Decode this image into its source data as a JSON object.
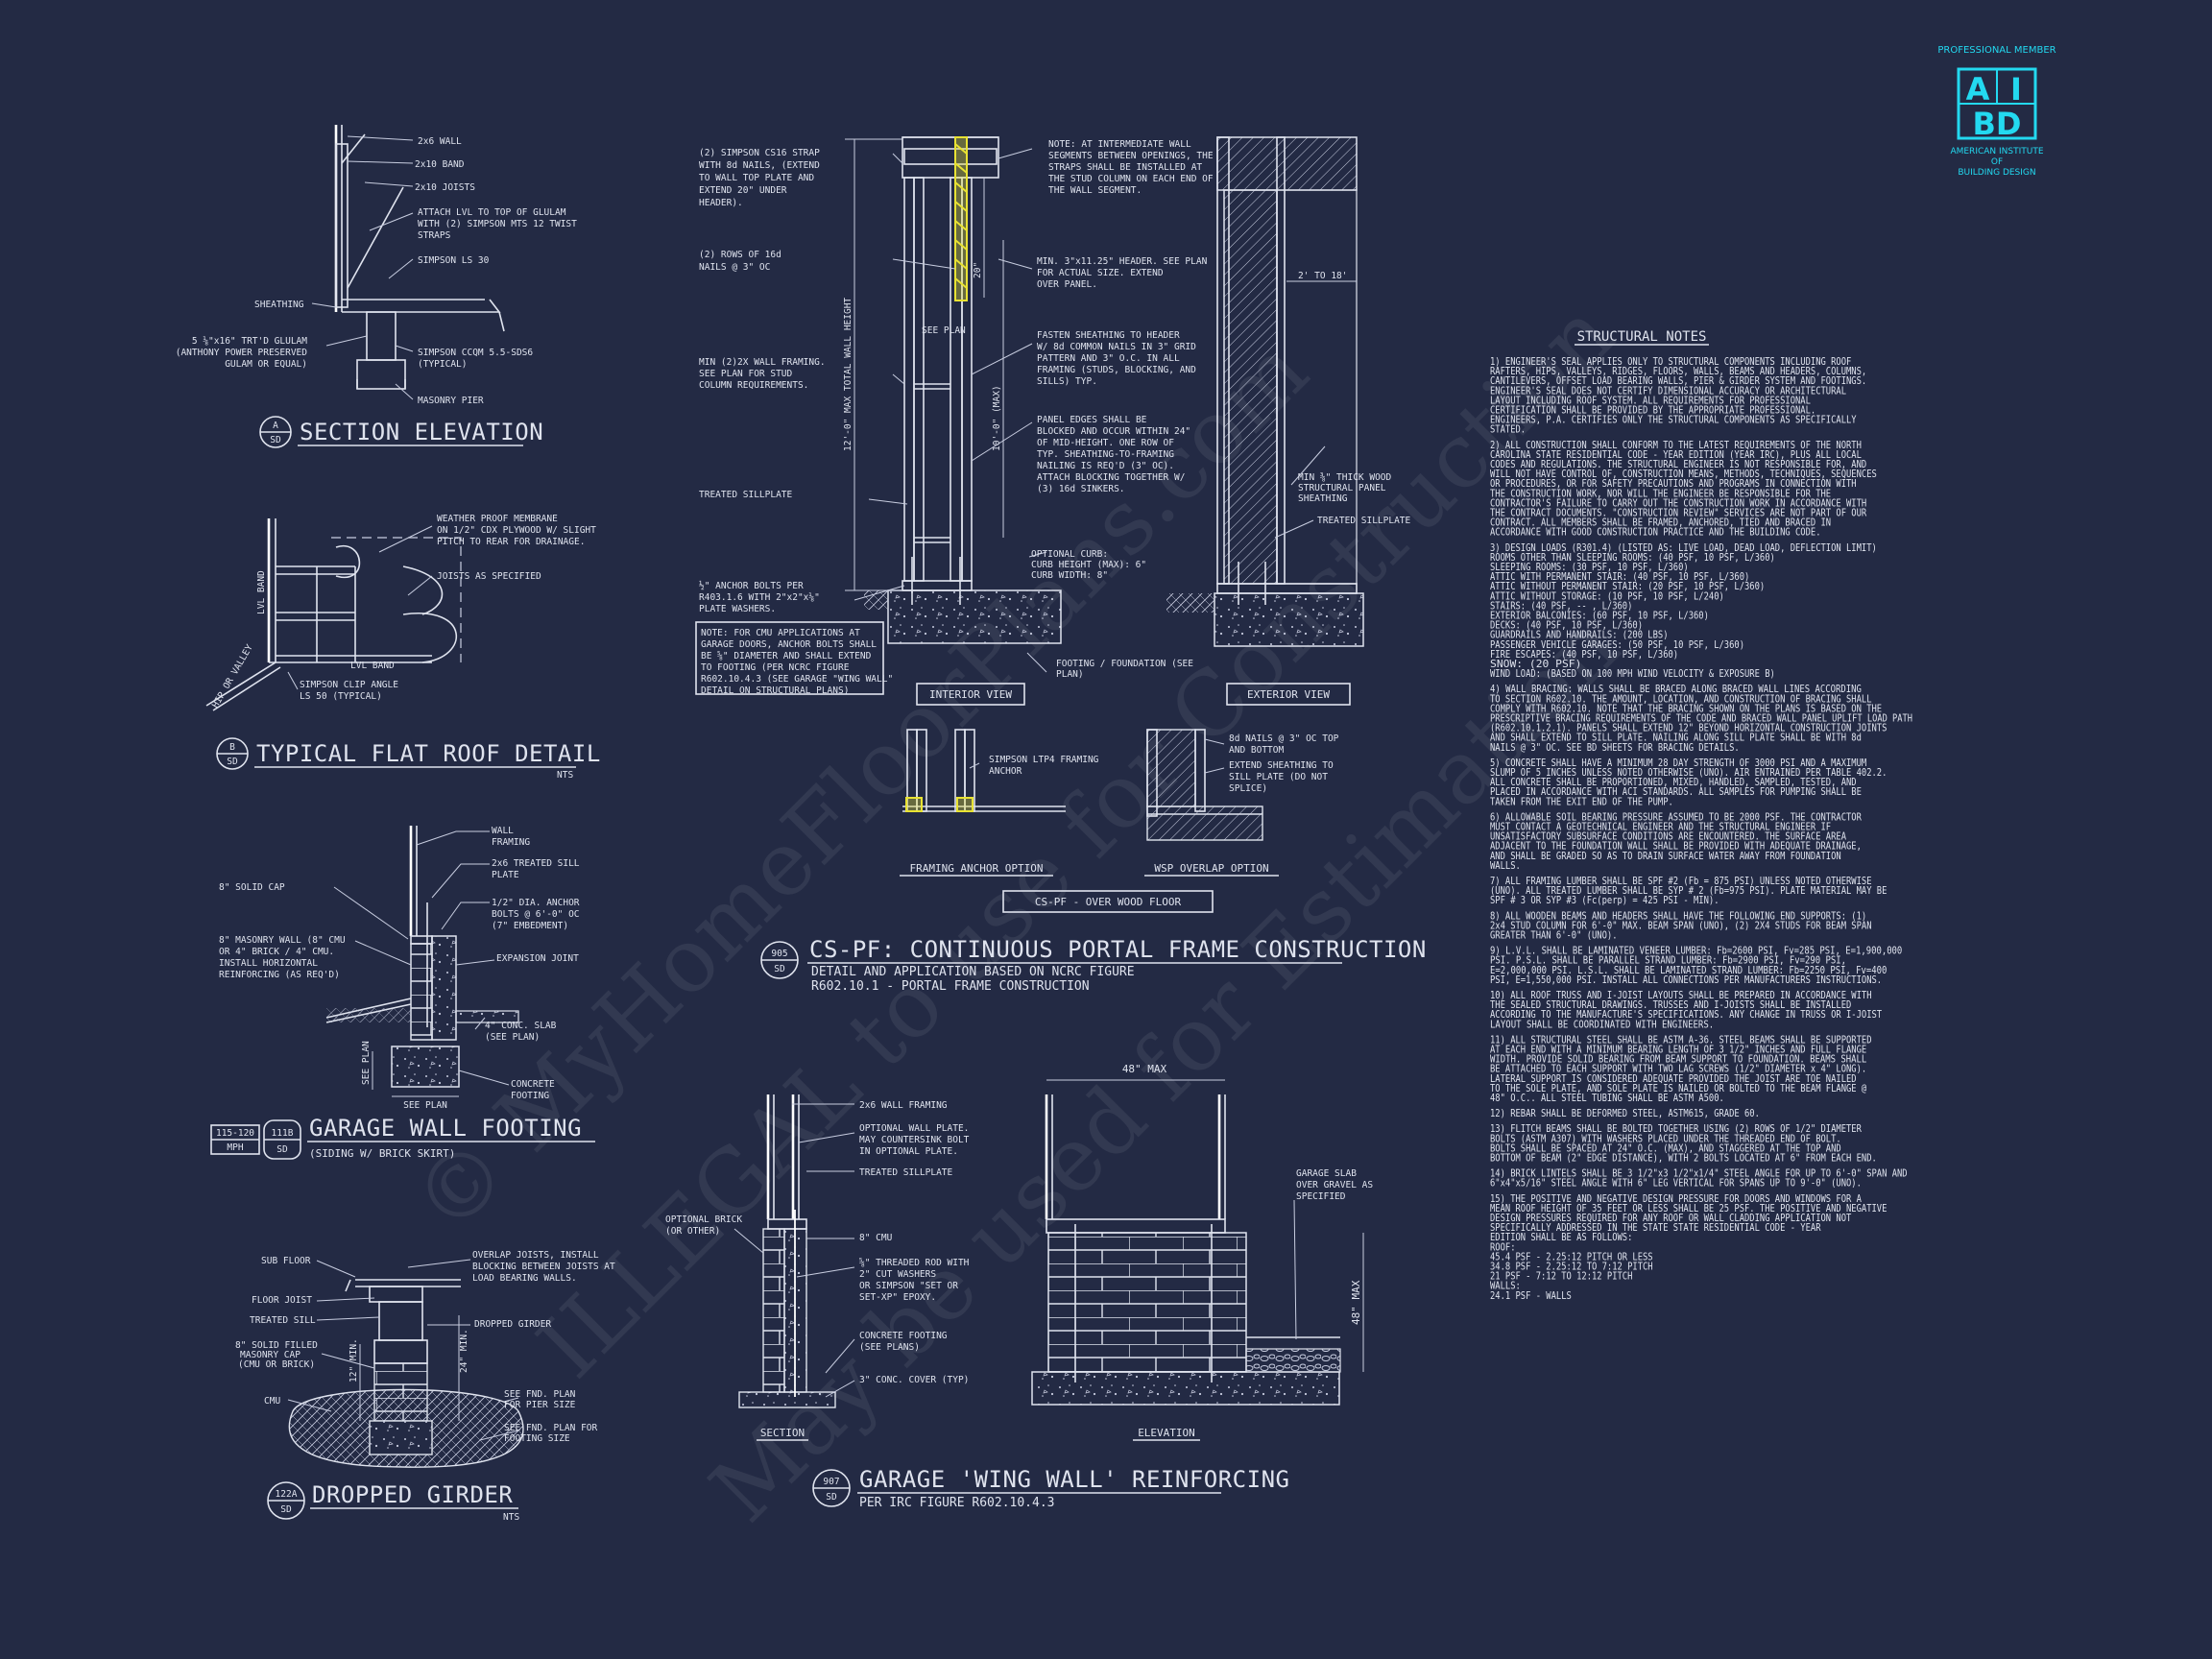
{
  "logo": {
    "top_label": "PROFESSIONAL MEMBER",
    "letters": [
      "A",
      "I",
      "BD"
    ],
    "name_lines": [
      "AMERICAN INSTITUTE",
      "OF",
      "BUILDING DESIGN"
    ],
    "color": "#23d9f0"
  },
  "watermark": {
    "lines": [
      "© MyHomeFloorPlans.com",
      "ILLEGAL to use for Construction",
      "May be used for Estimation"
    ]
  },
  "details": {
    "a": {
      "badge_top": "A",
      "badge_bottom": "SD",
      "title": "SECTION ELEVATION",
      "labels": [
        "2x6 WALL",
        "2x10 BAND",
        "2x10 JOISTS",
        "ATTACH LVL TO TOP OF GLULAM",
        "WITH (2) SIMPSON MTS 12 TWIST",
        "STRAPS",
        "SIMPSON LS 30",
        "SHEATHING",
        "5 ⅛\"x16\" TRT'D GLULAM",
        "(ANTHONY POWER PRESERVED",
        "GULAM OR EQUAL)",
        "SIMPSON CCQM 5.5-SDS6",
        "(TYPICAL)",
        "MASONRY PIER"
      ]
    },
    "b": {
      "badge_top": "B",
      "badge_bottom": "SD",
      "title": "TYPICAL FLAT ROOF DETAIL",
      "nts": "NTS",
      "labels": [
        "WEATHER PROOF MEMBRANE",
        "ON 1/2\" CDX PLYWOOD W/ SLIGHT",
        "PITCH TO REAR FOR DRAINAGE.",
        "JOISTS AS SPECIFIED",
        "LVL BAND",
        "LVL BAND",
        "HIP OR VALLEY",
        "SIMPSON CLIP ANGLE",
        "LS 50 (TYPICAL)"
      ]
    },
    "c": {
      "wind_top": "115-120",
      "wind_bottom": "MPH",
      "badge_top": "111B",
      "badge_bottom": "SD",
      "title": "GARAGE WALL FOOTING",
      "subtitle": "(SIDING W/ BRICK SKIRT)",
      "labels": [
        "WALL",
        "FRAMING",
        "2x6 TREATED SILL",
        "PLATE",
        "8\" SOLID CAP",
        "1/2\" DIA. ANCHOR",
        "BOLTS @ 6'-0\" OC",
        "(7\" EMBEDMENT)",
        "8\" MASONRY WALL (8\" CMU",
        "OR 4\" BRICK / 4\" CMU.",
        "INSTALL HORIZONTAL",
        "REINFORCING (AS REQ'D)",
        "EXPANSION JOINT",
        "4\" CONC. SLAB",
        "(SEE PLAN)",
        "CONCRETE",
        "FOOTING",
        "SEE PLAN",
        "SEE PLAN"
      ]
    },
    "d": {
      "badge_top": "122A",
      "badge_bottom": "SD",
      "title": "DROPPED GIRDER",
      "nts": "NTS",
      "labels": [
        "SUB FLOOR",
        "OVERLAP JOISTS, INSTALL",
        "BLOCKING BETWEEN JOISTS AT",
        "LOAD BEARING WALLS.",
        "FLOOR JOIST",
        "TREATED SILL",
        "DROPPED GIRDER",
        "8\" SOLID FILLED",
        "MASONRY CAP",
        "(CMU OR BRICK)",
        "CMU",
        "SEE FND. PLAN",
        "FOR PIER SIZE",
        "SEE FND. PLAN FOR",
        "FOOTING SIZE",
        "12\" MIN.",
        "24\" MIN."
      ]
    },
    "e": {
      "badge_top": "905",
      "badge_bottom": "SD",
      "title": "CS-PF: CONTINUOUS PORTAL FRAME CONSTRUCTION",
      "subtitle1": "DETAIL AND APPLICATION BASED ON NCRC FIGURE",
      "subtitle2": "R602.10.1 - PORTAL FRAME CONSTRUCTION",
      "interior_view": "INTERIOR VIEW",
      "exterior_view": "EXTERIOR VIEW",
      "framing_anchor": "FRAMING ANCHOR OPTION",
      "wsp_overlap": "WSP OVERLAP OPTION",
      "over_wood": "CS-PF - OVER WOOD FLOOR",
      "dim_total": "12'-0\" MAX TOTAL WALL HEIGHT",
      "dim_header": "10'-0\" (MAX)",
      "dim_20": "20\"",
      "dim_2to18": "2' TO 18'",
      "see_plan": "SEE PLAN",
      "labels": [
        "(2) SIMPSON CS16 STRAP",
        "WITH 8d NAILS, (EXTEND",
        "TO WALL TOP PLATE AND",
        "EXTEND 20\" UNDER",
        "HEADER).",
        "(2) ROWS OF 16d",
        "NAILS @ 3\" OC",
        "MIN (2)2X WALL FRAMING.",
        "SEE PLAN FOR STUD",
        "COLUMN REQUIREMENTS.",
        "TREATED SILLPLATE",
        "½\" ANCHOR BOLTS PER",
        "R403.1.6 WITH 2\"x2\"x⅛\"",
        "PLATE WASHERS.",
        "NOTE: AT INTERMEDIATE WALL",
        "SEGMENTS BETWEEN OPENINGS, THE",
        "STRAPS SHALL BE INSTALLED AT",
        "THE STUD COLUMN ON EACH END OF",
        "THE WALL SEGMENT.",
        "MIN. 3\"x11.25\" HEADER. SEE PLAN",
        "FOR ACTUAL SIZE. EXTEND",
        "OVER PANEL.",
        "FASTEN SHEATHING TO HEADER",
        "W/ 8d COMMON NAILS IN 3\" GRID",
        "PATTERN AND 3\" O.C. IN ALL",
        "FRAMING (STUDS, BLOCKING, AND",
        "SILLS) TYP.",
        "PANEL EDGES SHALL BE",
        "BLOCKED AND OCCUR WITHIN 24\"",
        "OF MID-HEIGHT. ONE ROW OF",
        "TYP. SHEATHING-TO-FRAMING",
        "NAILING IS REQ'D (3\" OC).",
        "ATTACH BLOCKING TOGETHER W/",
        "(3) 16d SINKERS.",
        "OPTIONAL CURB:",
        "CURB HEIGHT (MAX): 6\"",
        "CURB WIDTH: 8\"",
        "FOOTING / FOUNDATION (SEE",
        "PLAN)",
        "MIN ⅜\" THICK WOOD",
        "STRUCTURAL PANEL",
        "SHEATHING",
        "TREATED SILLPLATE",
        "SIMPSON LTP4 FRAMING",
        "ANCHOR",
        "8d NAILS @ 3\" OC TOP",
        "AND BOTTOM",
        "EXTEND SHEATHING TO",
        "SILL PLATE (DO NOT",
        "SPLICE)"
      ],
      "cmu_note": [
        "NOTE: FOR CMU APPLICATIONS AT",
        "GARAGE DOORS, ANCHOR BOLTS SHALL",
        "BE ⅝\" DIAMETER AND SHALL EXTEND",
        "TO FOOTING (PER NCRC FIGURE",
        "R602.10.4.3 (SEE GARAGE \"WING WALL\"",
        "DETAIL ON STRUCTURAL PLANS)"
      ]
    },
    "f": {
      "badge_top": "907",
      "badge_bottom": "SD",
      "title": "GARAGE 'WING WALL' REINFORCING",
      "subtitle": "PER IRC FIGURE R602.10.4.3",
      "section_label": "SECTION",
      "elevation_label": "ELEVATION",
      "dim_48_max": "48\" MAX",
      "dim_48_max_v": "48\" MAX",
      "labels": [
        "2x6 WALL FRAMING",
        "OPTIONAL WALL PLATE.",
        "MAY COUNTERSINK BOLT",
        "IN OPTIONAL PLATE.",
        "TREATED SILLPLATE",
        "OPTIONAL BRICK",
        "(OR OTHER)",
        "8\" CMU",
        "⅝\" THREADED ROD WITH",
        "2\" CUT WASHERS",
        "OR SIMPSON \"SET OR",
        "SET-XP\" EPOXY.",
        "CONCRETE FOOTING",
        "(SEE PLANS)",
        "3\" CONC. COVER (TYP)",
        "GARAGE SLAB",
        "OVER GRAVEL AS",
        "SPECIFIED"
      ]
    }
  },
  "structural_notes": {
    "heading": "STRUCTURAL NOTES",
    "lines": [
      "1) ENGINEER'S SEAL APPLIES ONLY TO STRUCTURAL COMPONENTS INCLUDING ROOF",
      "RAFTERS, HIPS, VALLEYS, RIDGES, FLOORS, WALLS, BEAMS AND HEADERS, COLUMNS,",
      "CANTILEVERS, OFFSET LOAD BEARING WALLS, PIER & GIRDER SYSTEM AND FOOTINGS.",
      "ENGINEER'S SEAL DOES NOT CERTIFY DIMENSIONAL ACCURACY OR ARCHITECTURAL",
      "LAYOUT INCLUDING ROOF SYSTEM. ALL REQUIREMENTS FOR PROFESSIONAL",
      "CERTIFICATION SHALL BE PROVIDED BY THE APPROPRIATE PROFESSIONAL.",
      "ENGINEERS, P.A. CERTIFIES ONLY THE STRUCTURAL COMPONENTS AS SPECIFICALLY",
      "STATED.",
      "",
      "2) ALL CONSTRUCTION SHALL CONFORM TO THE LATEST REQUIREMENTS OF THE NORTH",
      "CAROLINA STATE RESIDENTIAL CODE - YEAR EDITION (YEAR IRC), PLUS ALL LOCAL",
      "CODES AND REGULATIONS. THE STRUCTURAL ENGINEER IS NOT RESPONSIBLE FOR, AND",
      "WILL NOT HAVE CONTROL OF, CONSTRUCTION MEANS, METHODS, TECHNIQUES, SEQUENCES",
      "OR PROCEDURES, OR FOR SAFETY PRECAUTIONS AND PROGRAMS IN CONNECTION WITH",
      "THE CONSTRUCTION WORK, NOR WILL THE ENGINEER BE RESPONSIBLE FOR THE",
      "CONTRACTOR'S FAILURE TO CARRY OUT THE CONSTRUCTION WORK IN ACCORDANCE WITH",
      "THE CONTRACT DOCUMENTS. \"CONSTRUCTION REVIEW\" SERVICES ARE NOT PART OF OUR",
      "CONTRACT. ALL MEMBERS SHALL BE FRAMED, ANCHORED, TIED AND BRACED IN",
      "ACCORDANCE WITH GOOD CONSTRUCTION PRACTICE AND THE BUILDING CODE.",
      "",
      "3) DESIGN LOADS (R301.4) (LISTED AS: LIVE LOAD, DEAD LOAD, DEFLECTION LIMIT)",
      "ROOMS OTHER THAN SLEEPING ROOMS: (40 PSF, 10 PSF, L/360)",
      "SLEEPING ROOMS: (30 PSF, 10 PSF, L/360)",
      "ATTIC WITH PERMANENT STAIR: (40 PSF, 10 PSF, L/360)",
      "ATTIC WITHOUT PERMANENT STAIR: (20 PSF, 10 PSF, L/360)",
      "ATTIC WITHOUT STORAGE: (10 PSF, 10 PSF, L/240)",
      "STAIRS: (40 PSF, -- , L/360)",
      "EXTERIOR BALCONIES: (60 PSF, 10 PSF, L/360)",
      "DECKS: (40 PSF, 10 PSF, L/360)",
      "GUARDRAILS AND HANDRAILS: (200 LBS)",
      "PASSENGER VEHICLE GARAGES: (50 PSF, 10 PSF, L/360)",
      "FIRE ESCAPES: (40 PSF, 10 PSF, L/360)",
      "SNOW: (20     PSF)",
      "WIND LOAD: (BASED ON 100 MPH WIND VELOCITY & EXPOSURE B)",
      "",
      "4) WALL BRACING:  WALLS SHALL BE BRACED ALONG BRACED WALL LINES ACCORDING",
      "TO SECTION R602.10. THE AMOUNT, LOCATION, AND CONSTRUCTION OF BRACING SHALL",
      "COMPLY WITH R602.10. NOTE THAT THE BRACING SHOWN ON THE PLANS IS BASED ON THE",
      "PRESCRIPTIVE BRACING REQUIREMENTS OF THE CODE AND BRACED WALL PANEL UPLIFT LOAD PATH",
      "(R602.10.1.2.1). PANELS SHALL EXTEND 12\" BEYOND HORIZONTAL CONSTRUCTION JOINTS",
      "AND SHALL EXTEND TO SILL PLATE. NAILING ALONG SILL PLATE SHALL BE WITH 8d",
      "NAILS @ 3\" OC. SEE BD SHEETS FOR BRACING DETAILS.",
      "",
      "5) CONCRETE SHALL HAVE A MINIMUM 28 DAY STRENGTH OF 3000 PSI AND A MAXIMUM",
      "SLUMP OF 5 INCHES UNLESS NOTED OTHERWISE (UNO). AIR ENTRAINED PER TABLE 402.2.",
      "ALL CONCRETE SHALL BE PROPORTIONED, MIXED, HANDLED, SAMPLED, TESTED, AND",
      "PLACED IN ACCORDANCE WITH ACI STANDARDS. ALL SAMPLES FOR PUMPING SHALL BE",
      "TAKEN FROM THE EXIT END OF THE PUMP.",
      "",
      "6) ALLOWABLE SOIL BEARING PRESSURE ASSUMED TO BE 2000 PSF. THE CONTRACTOR",
      "MUST CONTACT A GEOTECHNICAL ENGINEER AND THE STRUCTURAL ENGINEER IF",
      "UNSATISFACTORY SUBSURFACE CONDITIONS ARE ENCOUNTERED. THE SURFACE AREA",
      "ADJACENT TO THE FOUNDATION WALL SHALL BE PROVIDED WITH ADEQUATE DRAINAGE,",
      "AND SHALL BE GRADED SO AS TO DRAIN SURFACE WATER AWAY FROM FOUNDATION",
      "WALLS.",
      "",
      "7) ALL FRAMING LUMBER SHALL BE SPF #2 (Fb = 875 PSI) UNLESS NOTED OTHERWISE",
      "(UNO). ALL TREATED LUMBER SHALL BE SYP # 2 (Fb=975 PSI). PLATE MATERIAL MAY BE",
      "SPF # 3 OR SYP #3 (Fc(perp) = 425 PSI - MIN).",
      "",
      "8) ALL WOODEN BEAMS AND HEADERS SHALL HAVE THE FOLLOWING END SUPPORTS: (1)",
      "2x4 STUD COLUMN FOR 6'-0\" MAX. BEAM SPAN (UNO), (2) 2X4 STUDS FOR BEAM SPAN",
      "GREATER THAN 6'-0\" (UNO).",
      "",
      "9) L.V.L.  SHALL BE LAMINATED VENEER LUMBER: Fb=2600 PSI, Fv=285 PSI, E=1,900,000",
      "PSI. P.S.L.  SHALL BE PARALLEL STRAND LUMBER: Fb=2900 PSI, Fv=290 PSI,",
      "E=2,000,000 PSI. L.S.L.  SHALL BE LAMINATED STRAND LUMBER: Fb=2250 PSI, Fv=400",
      "PSI, E=1,550,000 PSI. INSTALL ALL CONNECTIONS PER MANUFACTURERS INSTRUCTIONS.",
      "",
      "10) ALL ROOF TRUSS AND I-JOIST LAYOUTS SHALL BE PREPARED IN ACCORDANCE WITH",
      "THE SEALED STRUCTURAL DRAWINGS. TRUSSES AND I-JOISTS SHALL BE INSTALLED",
      "ACCORDING TO THE MANUFACTURE'S SPECIFICATIONS. ANY CHANGE IN TRUSS OR I-JOIST",
      "LAYOUT SHALL BE COORDINATED WITH  ENGINEERS.",
      "",
      "11) ALL STRUCTURAL STEEL SHALL BE ASTM A-36. STEEL BEAMS SHALL BE SUPPORTED",
      "AT EACH END WITH A MINIMUM BEARING LENGTH OF 3 1/2\" INCHES AND FULL FLANGE",
      "WIDTH. PROVIDE SOLID BEARING FROM BEAM SUPPORT TO FOUNDATION.  BEAMS SHALL",
      "BE ATTACHED TO EACH SUPPORT WITH TWO LAG SCREWS (1/2\" DIAMETER x 4\" LONG).",
      "LATERAL SUPPORT IS CONSIDERED ADEQUATE PROVIDED THE JOIST ARE TOE NAILED",
      "TO THE SOLE PLATE, AND SOLE PLATE IS NAILED OR BOLTED TO THE BEAM FLANGE @",
      "48\" O.C.. ALL STEEL TUBING SHALL BE ASTM A500.",
      "",
      "12) REBAR SHALL BE DEFORMED STEEL, ASTM615, GRADE 60.",
      "",
      "13) FLITCH BEAMS SHALL BE BOLTED TOGETHER USING (2) ROWS OF 1/2\" DIAMETER",
      "BOLTS (ASTM A307) WITH WASHERS PLACED UNDER THE THREADED END OF BOLT.",
      "BOLTS SHALL BE SPACED AT 24\" O.C. (MAX), AND STAGGERED AT THE TOP AND",
      "BOTTOM OF BEAM (2\" EDGE DISTANCE), WITH 2 BOLTS LOCATED AT 6\" FROM EACH END.",
      "",
      "14) BRICK LINTELS SHALL BE 3 1/2\"x3 1/2\"x1/4\" STEEL ANGLE FOR UP TO 6'-0\" SPAN AND",
      "6\"x4\"x5/16\" STEEL ANGLE WITH 6\" LEG VERTICAL FOR SPANS UP TO 9'-0\" (UNO).",
      "",
      "15) THE POSITIVE AND NEGATIVE DESIGN PRESSURE FOR DOORS AND WINDOWS FOR A",
      "MEAN ROOF HEIGHT OF 35 FEET OR LESS SHALL BE 25 PSF. THE POSITIVE AND NEGATIVE",
      "DESIGN PRESSURES REQUIRED FOR ANY ROOF OR WALL CLADDING APPLICATION NOT",
      "SPECIFICALLY ADDRESSED IN THE STATE STATE RESIDENTIAL CODE - YEAR",
      "EDITION SHALL BE AS FOLLOWS:",
      "ROOF:",
      "45.4 PSF - 2.25:12 PITCH OR LESS",
      "34.8 PSF - 2.25:12 TO 7:12 PITCH",
      "21 PSF - 7:12 TO 12:12 PITCH",
      "WALLS:",
      "24.1 PSF - WALLS"
    ]
  }
}
